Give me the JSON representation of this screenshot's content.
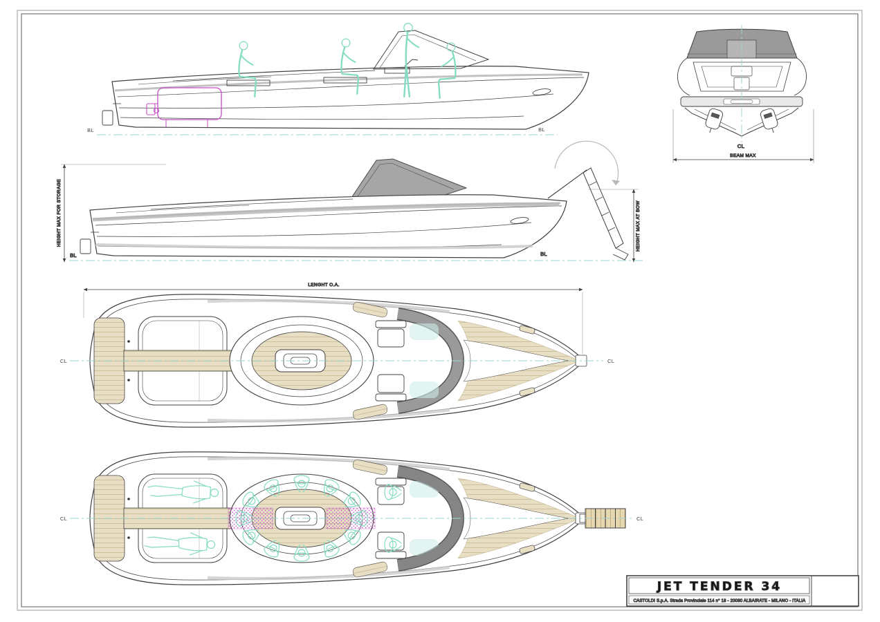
{
  "labels": {
    "baseline": "BL",
    "centerline": "CL",
    "beam_max": "BEAM MAX",
    "length_oa": "LENGHT O.A.",
    "height_storage": "HEIGHT MAX FOR STORAGE",
    "height_bow": "HEIGHT MAX AT BOW"
  },
  "title_block": {
    "model": "JET TENDER 34",
    "manufacturer_line": "CASTOLDI S.p.A. Strada Provinciale 114 n° 18 - 20080 ALBAIRATE - MILANO - ITALIA"
  },
  "colors": {
    "drawing_line": "#3f3f3f",
    "centerline_cyan": "#9ad5d0",
    "figure_cyan": "#85dcc2",
    "engine_magenta": "#c44fc4",
    "teak": "#e8dec4",
    "teak_seam": "#c3b48c",
    "windshield_gray": "#9a9a9a",
    "shade_gray": "#c4c4c4"
  }
}
